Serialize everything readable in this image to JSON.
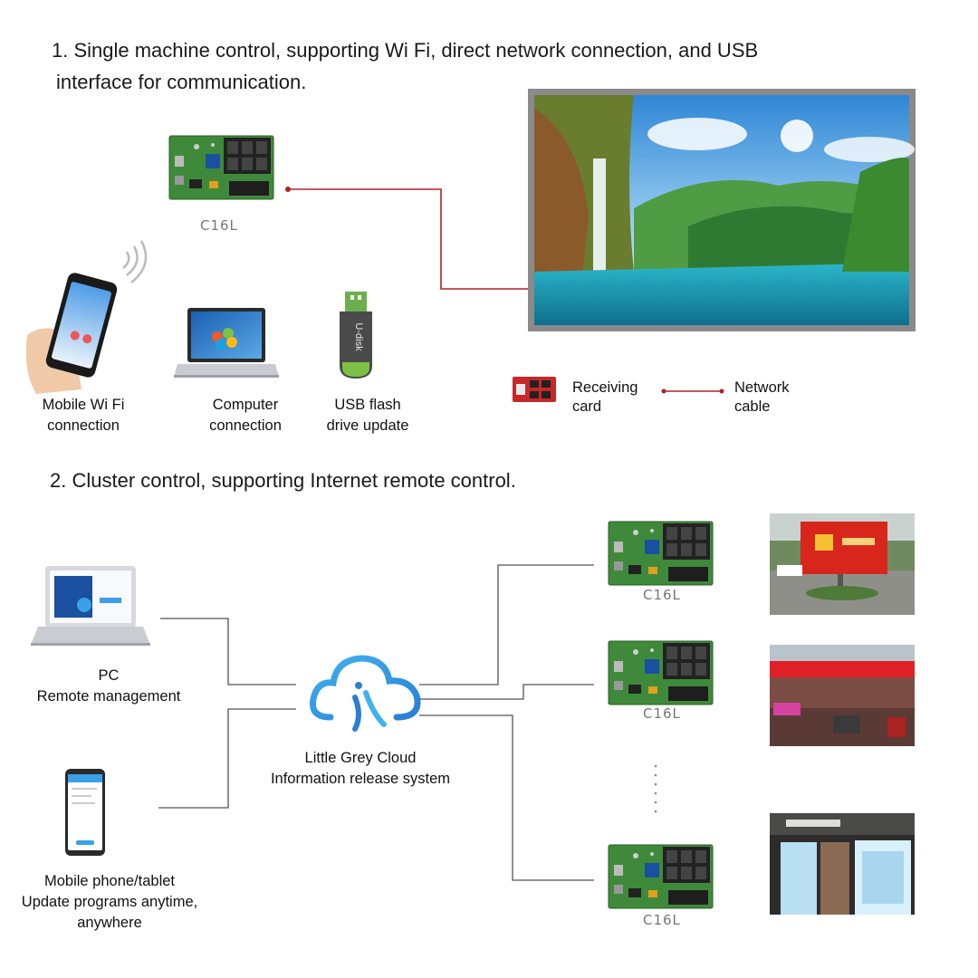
{
  "section1": {
    "heading_line1": "1. Single machine control, supporting Wi Fi, direct network connection, and USB",
    "heading_line2": "interface for communication.",
    "card_label": "C16L",
    "usb_text": "U-disk",
    "devices": [
      {
        "line1": "Mobile Wi Fi",
        "line2": "connection",
        "icon": "phone-icon"
      },
      {
        "line1": "Computer",
        "line2": "connection",
        "icon": "laptop-icon"
      },
      {
        "line1": "USB flash",
        "line2": "drive update",
        "icon": "usb-drive-icon"
      }
    ],
    "legend": {
      "receiving_card_line1": "Receiving",
      "receiving_card_line2": "card",
      "network_cable_line1": "Network",
      "network_cable_line2": "cable"
    }
  },
  "section2": {
    "heading": "2. Cluster control, supporting Internet remote control.",
    "pc_line1": "PC",
    "pc_line2": "Remote management",
    "mobile_line1": "Mobile phone/tablet",
    "mobile_line2": "Update programs anytime,",
    "mobile_line3": "anywhere",
    "cloud_line1": "Little Grey Cloud",
    "cloud_line2": "Information release system",
    "card_labels": [
      "C16L",
      "C16L",
      "C16L"
    ]
  },
  "colors": {
    "red_line": "#b0202a",
    "gray_line": "#555555",
    "cloud_blue": "#3aa0e8",
    "board_green": "#2e7d32",
    "screen_frame": "#8a8a8a"
  }
}
